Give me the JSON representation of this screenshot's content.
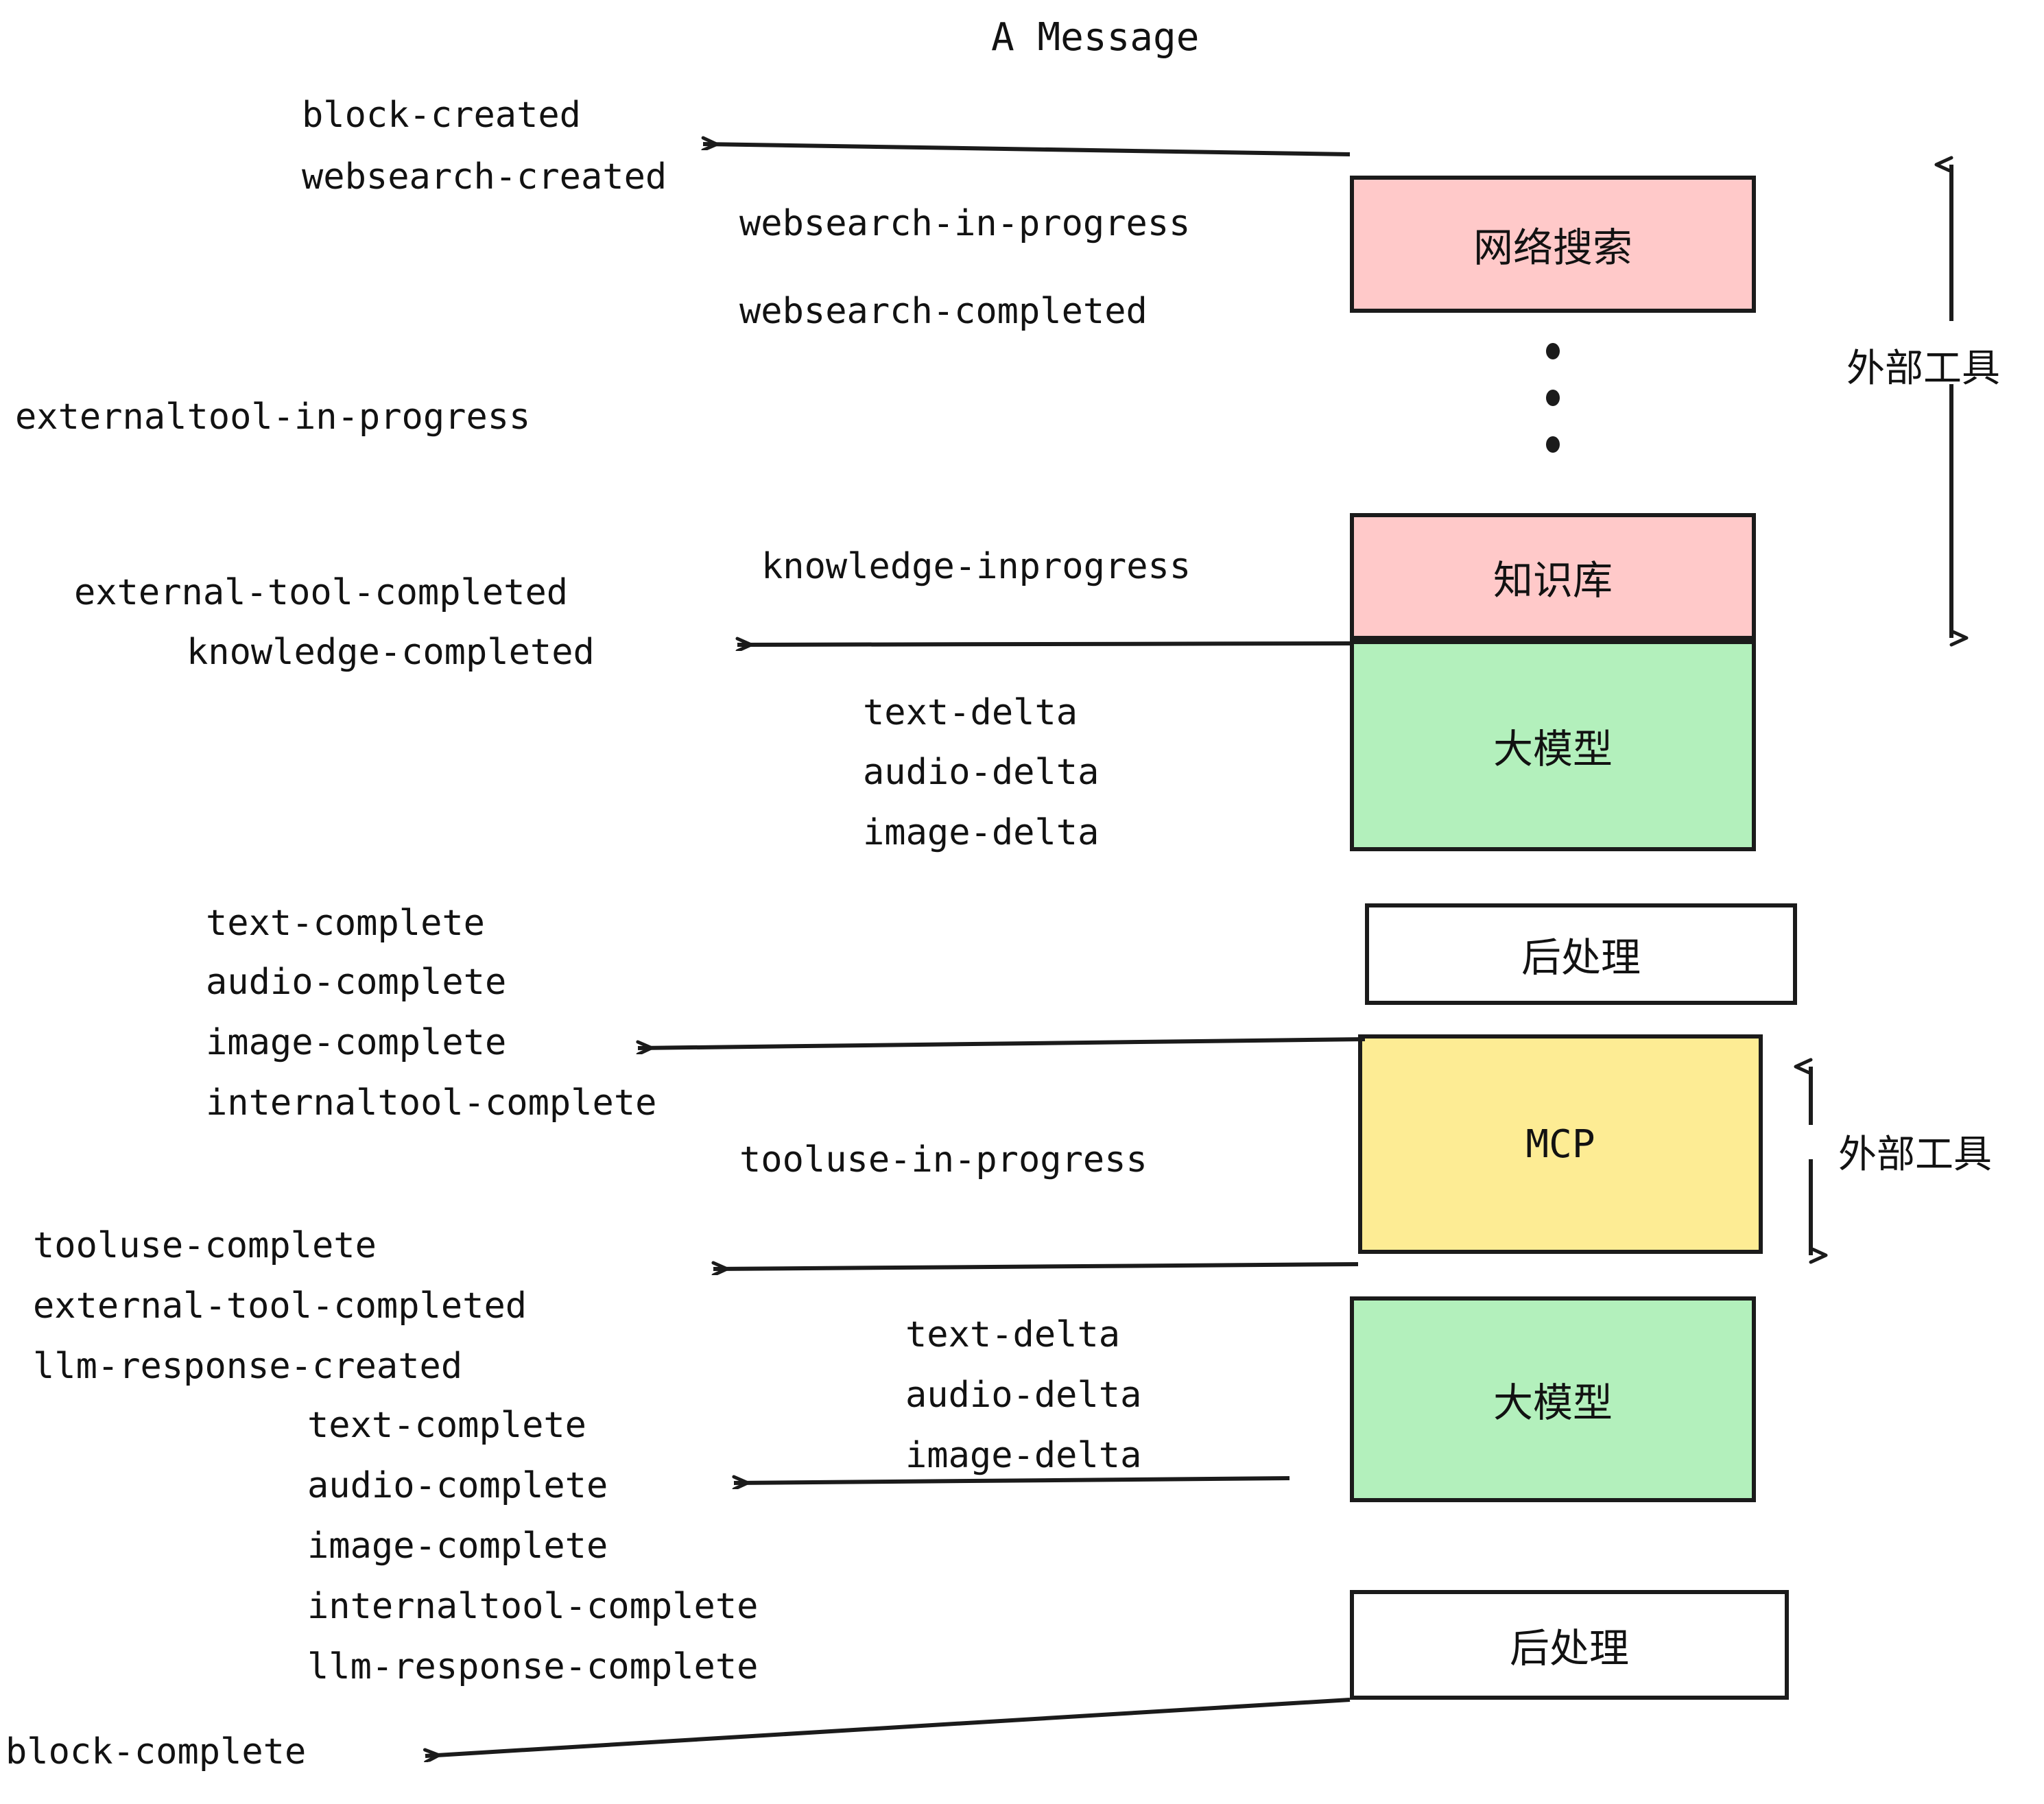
{
  "title": "A Message",
  "boxes": [
    {
      "id": "websearch",
      "label": "网络搜索",
      "color": "#FFC9C9",
      "lang": "cjk"
    },
    {
      "id": "knowledge",
      "label": "知识库",
      "color": "#FFC9C9",
      "lang": "cjk"
    },
    {
      "id": "llm-1",
      "label": "大模型",
      "color": "#B3F0BC",
      "lang": "cjk"
    },
    {
      "id": "postprocess-1",
      "label": "后处理",
      "color": "#FFFFFF",
      "lang": "cjk"
    },
    {
      "id": "mcp",
      "label": "MCP",
      "color": "#FDEC94",
      "lang": "latin"
    },
    {
      "id": "llm-2",
      "label": "大模型",
      "color": "#B3F0BC",
      "lang": "cjk"
    },
    {
      "id": "postprocess-2",
      "label": "后处理",
      "color": "#FFFFFF",
      "lang": "cjk"
    }
  ],
  "side_annotations": [
    {
      "id": "external-tools-top",
      "label": "外部工具"
    },
    {
      "id": "external-tools-bottom",
      "label": "外部工具"
    }
  ],
  "events": [
    {
      "id": "block-created",
      "text": "block-created"
    },
    {
      "id": "websearch-created",
      "text": "websearch-created"
    },
    {
      "id": "websearch-in-progress",
      "text": "websearch-in-progress"
    },
    {
      "id": "websearch-completed",
      "text": "websearch-completed"
    },
    {
      "id": "externaltool-in-progress",
      "text": "externaltool-in-progress"
    },
    {
      "id": "knowledge-inprogress",
      "text": "knowledge-inprogress"
    },
    {
      "id": "external-tool-completed-1",
      "text": "external-tool-completed"
    },
    {
      "id": "knowledge-completed",
      "text": "knowledge-completed"
    },
    {
      "id": "text-delta-1",
      "text": "text-delta"
    },
    {
      "id": "audio-delta-1",
      "text": "audio-delta"
    },
    {
      "id": "image-delta-1",
      "text": "image-delta"
    },
    {
      "id": "text-complete-1",
      "text": "text-complete"
    },
    {
      "id": "audio-complete-1",
      "text": "audio-complete"
    },
    {
      "id": "image-complete-1",
      "text": "image-complete"
    },
    {
      "id": "internaltool-complete-1",
      "text": "internaltool-complete"
    },
    {
      "id": "tooluse-in-progress",
      "text": "tooluse-in-progress"
    },
    {
      "id": "tooluse-complete",
      "text": "tooluse-complete"
    },
    {
      "id": "external-tool-completed-2",
      "text": "external-tool-completed"
    },
    {
      "id": "llm-response-created",
      "text": "llm-response-created"
    },
    {
      "id": "text-delta-2",
      "text": "text-delta"
    },
    {
      "id": "audio-delta-2",
      "text": "audio-delta"
    },
    {
      "id": "image-delta-2",
      "text": "image-delta"
    },
    {
      "id": "text-complete-2",
      "text": "text-complete"
    },
    {
      "id": "audio-complete-2",
      "text": "audio-complete"
    },
    {
      "id": "image-complete-2",
      "text": "image-complete"
    },
    {
      "id": "internaltool-complete-2",
      "text": "internaltool-complete"
    },
    {
      "id": "llm-response-complete",
      "text": "llm-response-complete"
    },
    {
      "id": "block-complete",
      "text": "block-complete"
    }
  ],
  "ellipsis": {
    "id": "vertical-ellipsis",
    "count": 3
  },
  "colors": {
    "stroke": "#1b1b1b",
    "pink": "#FFC9C9",
    "green": "#B3F0BC",
    "yellow": "#FDEC94",
    "white": "#FFFFFF",
    "background": "#FFFFFF"
  }
}
